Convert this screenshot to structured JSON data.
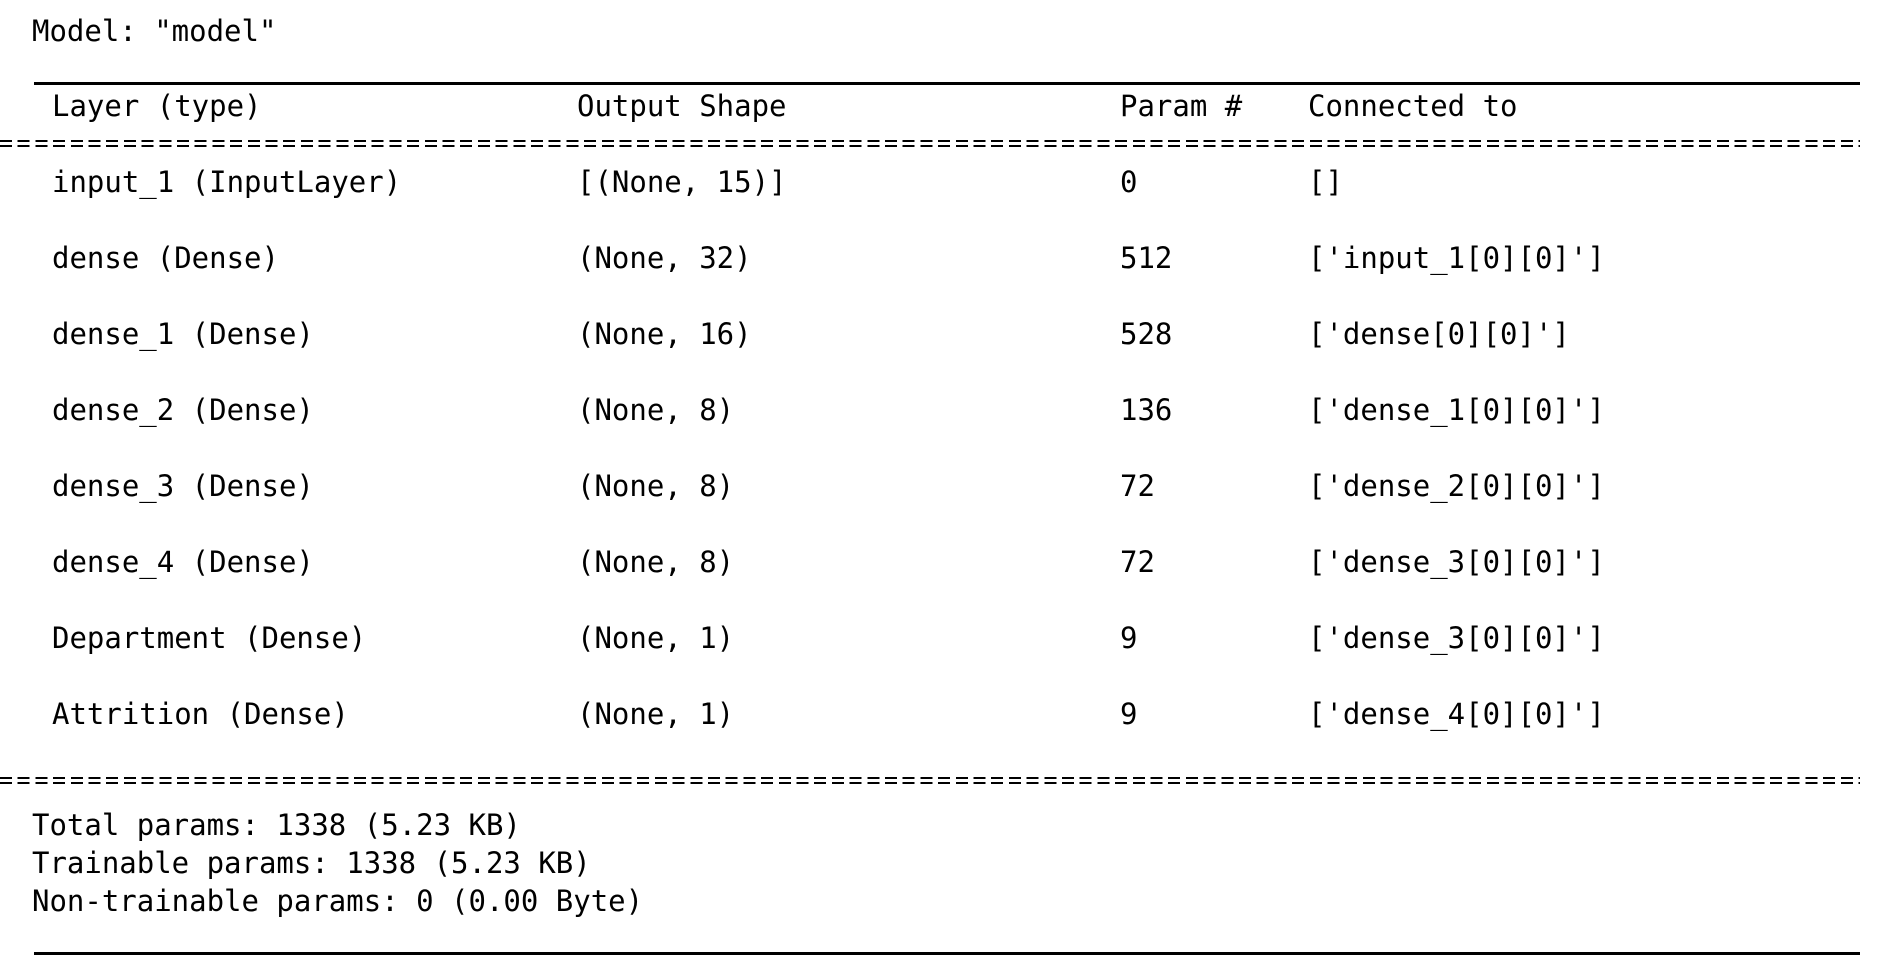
{
  "model_title": "Model: \"model\"",
  "headers": {
    "layer": "Layer (type)",
    "output_shape": "Output Shape",
    "param": "Param #",
    "connected": "Connected to"
  },
  "rows": [
    {
      "layer": "input_1 (InputLayer)",
      "output_shape": "[(None, 15)]",
      "param": "0",
      "connected": "[]"
    },
    {
      "layer": "dense (Dense)",
      "output_shape": "(None, 32)",
      "param": "512",
      "connected": "['input_1[0][0]']"
    },
    {
      "layer": "dense_1 (Dense)",
      "output_shape": "(None, 16)",
      "param": "528",
      "connected": "['dense[0][0]']"
    },
    {
      "layer": "dense_2 (Dense)",
      "output_shape": "(None, 8)",
      "param": "136",
      "connected": "['dense_1[0][0]']"
    },
    {
      "layer": "dense_3 (Dense)",
      "output_shape": "(None, 8)",
      "param": "72",
      "connected": "['dense_2[0][0]']"
    },
    {
      "layer": "dense_4 (Dense)",
      "output_shape": "(None, 8)",
      "param": "72",
      "connected": "['dense_3[0][0]']"
    },
    {
      "layer": "Department (Dense)",
      "output_shape": "(None, 1)",
      "param": "9",
      "connected": "['dense_3[0][0]']"
    },
    {
      "layer": "Attrition (Dense)",
      "output_shape": "(None, 1)",
      "param": "9",
      "connected": "['dense_4[0][0]']"
    }
  ],
  "summary": {
    "total": "Total params: 1338 (5.23 KB)",
    "trainable": "Trainable params: 1338 (5.23 KB)",
    "non_trainable": "Non-trainable params: 0 (0.00 Byte)"
  }
}
